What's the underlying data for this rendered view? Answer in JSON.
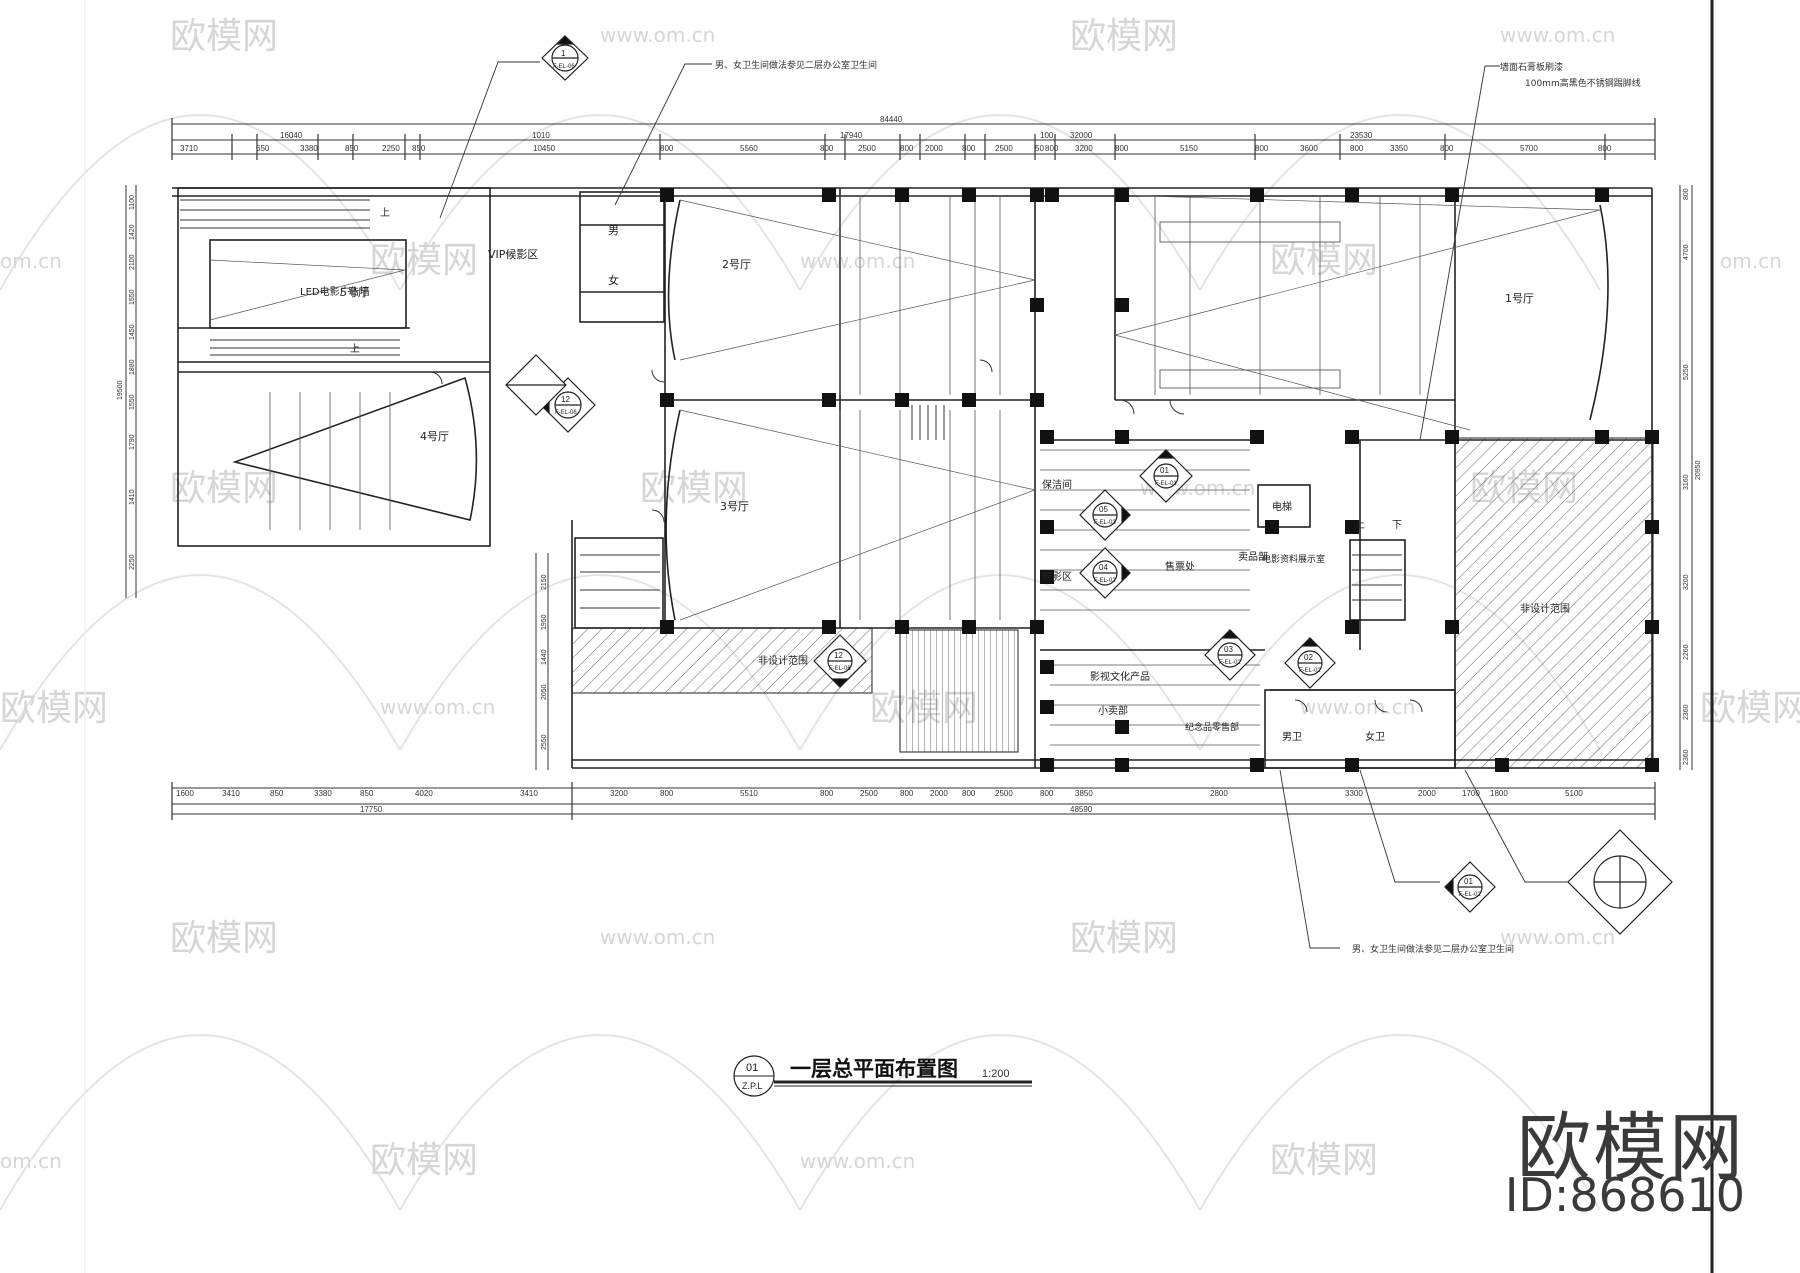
{
  "drawing": {
    "title": "一层总平面布置图",
    "scale": "1:200",
    "title_marker_top": "01",
    "title_marker_bottom": "Z.P.L"
  },
  "watermark": {
    "brand": "欧模网",
    "url": "www.om.cn",
    "url_short": "om.cn",
    "corner_brand": "欧模网",
    "corner_id": "ID:868610"
  },
  "dimensions": {
    "top_overall": "84440",
    "top_groups": [
      "16040",
      "1010",
      "17940",
      "100",
      "32000",
      "23530"
    ],
    "top_spans": [
      "3710",
      "650",
      "3380",
      "850",
      "2250",
      "850",
      "10450",
      "800",
      "5560",
      "800",
      "2500",
      "800",
      "2000",
      "800",
      "2500",
      "50",
      "800",
      "3200",
      "800",
      "5150",
      "800",
      "3600",
      "800",
      "3350",
      "800",
      "5700",
      "800"
    ],
    "bottom_overall": [
      "17750",
      "48590"
    ],
    "bottom_spans": [
      "1600",
      "3410",
      "850",
      "3380",
      "850",
      "4020",
      "3410",
      "3200",
      "800",
      "5510",
      "800",
      "2500",
      "800",
      "2000",
      "800",
      "2500",
      "800",
      "3850",
      "2800",
      "3300",
      "2000",
      "1700",
      "1800",
      "5100"
    ],
    "left_overall": "19500",
    "left_spans": [
      "1100",
      "1420",
      "2100",
      "1550",
      "1450",
      "1880",
      "1550",
      "1790",
      "1410",
      "2250"
    ],
    "right_overall": "20950",
    "right_spans": [
      "800",
      "4700",
      "5250",
      "3160",
      "3200",
      "2260",
      "2360",
      "2360"
    ],
    "mid_left": [
      "2150",
      "1950",
      "1440",
      "2050",
      "2550"
    ]
  },
  "rooms": {
    "hall_2": "2号厅",
    "hall_3": "3号厅",
    "hall_1": "1号厅",
    "hall_4": "4号厅",
    "hall_5": "5号厅",
    "vip_lounge": "VIP候影区",
    "led_ad": "LED电影广告墙",
    "toilet_male": "男",
    "toilet_female": "女",
    "toilet_male_2": "男卫",
    "toilet_female_2": "女卫",
    "cleaning": "保洁间",
    "waiting": "候影区",
    "ticket": "售票处",
    "snack": "卖品部",
    "elevator": "电梯",
    "updown_up": "上",
    "updown_down": "下",
    "booking": "电影资料展示室",
    "commercial_1": "非设计范围",
    "commercial_2": "非设计范围",
    "kiosk": "小卖部",
    "gift": "影视文化产品",
    "crystal": "纪念品零售部",
    "up_arrow": "上",
    "stair_up": "上"
  },
  "notes": {
    "n1": "男、女卫生间做法参见二层办公室卫生间",
    "n2": "墙面石膏板刷漆",
    "n3": "100mm高黑色不锈钢踢脚线",
    "n4": "男、女卫生间做法参见二层办公室卫生间"
  },
  "markers": {
    "m1": {
      "top": "1",
      "bottom": "F-EL-06"
    },
    "m2": {
      "top": "12",
      "bottom": "F-EL-06"
    },
    "m3": {
      "top": "01",
      "bottom": "F-EL-01"
    },
    "m4": {
      "top": "05",
      "bottom": "F-EL-03"
    },
    "m5": {
      "top": "04",
      "bottom": "F-EL-02"
    },
    "m6": {
      "top": "03",
      "bottom": "F-EL-02"
    },
    "m7": {
      "top": "02",
      "bottom": "F-EL-02"
    },
    "m8": {
      "top": "12",
      "bottom": "F-EL-06"
    },
    "m9": {
      "top": "01",
      "bottom": "F-EL-02"
    }
  },
  "colors": {
    "line": "#222222",
    "fill_column": "#111111",
    "watermark": "#d6d6d6"
  }
}
